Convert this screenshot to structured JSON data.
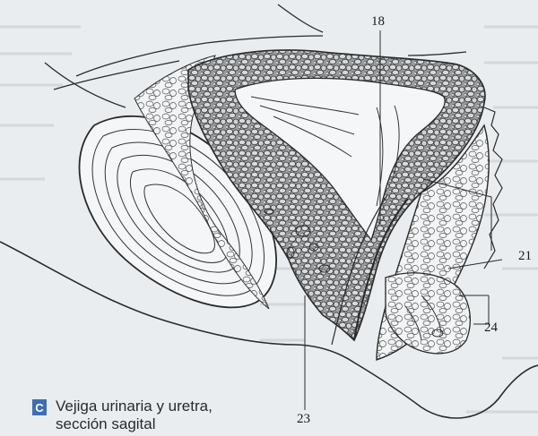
{
  "labels": {
    "l18": "18",
    "l21": "21",
    "l23": "23",
    "l24": "24"
  },
  "caption": {
    "letter": "C",
    "line1": "Vejiga urinaria y uretra,",
    "line2": "sección sagital"
  },
  "colors": {
    "background": "#e9edf0",
    "ink": "#2a2a2a",
    "muscle": "#8f9294",
    "badge": "#3f6fb0"
  }
}
